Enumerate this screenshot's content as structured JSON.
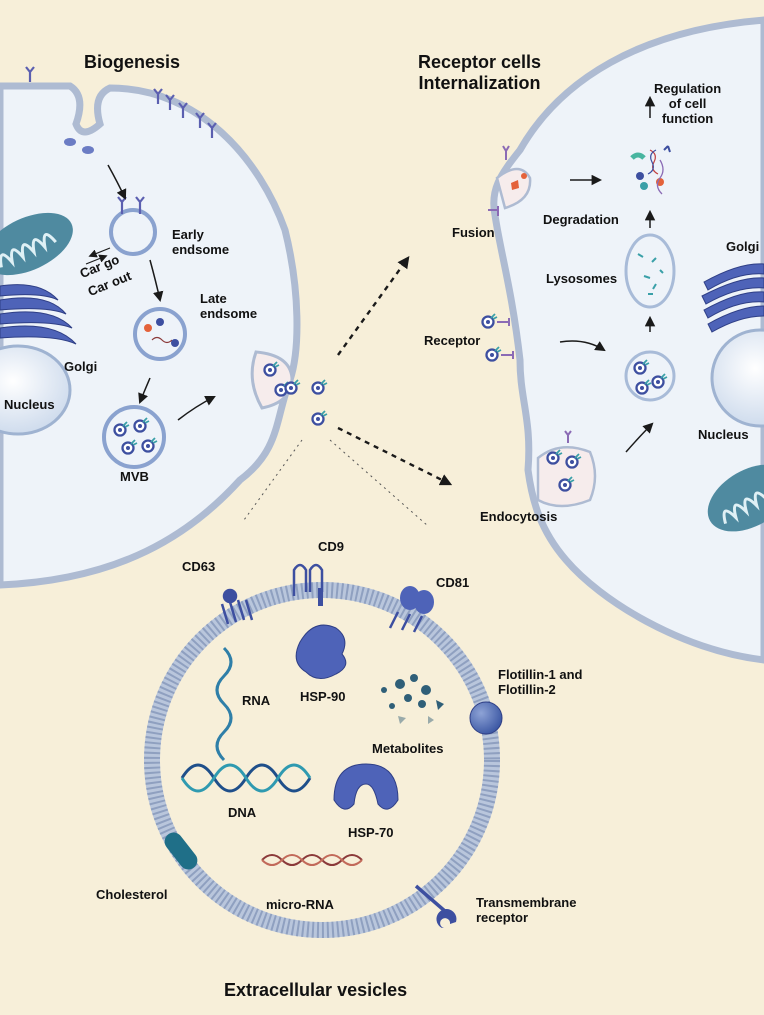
{
  "left_cell": {
    "title": "Biogenesis",
    "early_endosome": [
      "Early",
      "endsome"
    ],
    "late_endosome": [
      "Late",
      "endsome"
    ],
    "cargo_in": "Car go",
    "cargo_out": "Car out",
    "golgi": "Golgi",
    "nucleus": "Nucleus",
    "mvb": "MVB"
  },
  "right_cell": {
    "title": [
      "Receptor cells",
      "Internalization"
    ],
    "regulation": [
      "Regulation",
      "of cell",
      "function"
    ],
    "fusion": "Fusion",
    "degradation": "Degradation",
    "lysosomes": "Lysosomes",
    "golgi": "Golgi",
    "receptor": "Receptor",
    "nucleus": "Nucleus",
    "endocytosis": "Endocytosis"
  },
  "vesicle": {
    "title": "Extracellular vesicles",
    "cd63": "CD63",
    "cd9": "CD9",
    "cd81": "CD81",
    "rna": "RNA",
    "hsp90": "HSP-90",
    "flotillin": [
      "Flotillin-1 and",
      "Flotillin-2"
    ],
    "metabolites": "Metabolites",
    "dna": "DNA",
    "hsp70": "HSP-70",
    "cholesterol": "Cholesterol",
    "micro_rna": "micro-RNA",
    "transmembrane": [
      "Transmembrane",
      "receptor"
    ]
  },
  "colors": {
    "background": "#f7efd9",
    "cell_fill": "#eef3f9",
    "membrane": "#aebbd2",
    "accent": "#3d5aa8",
    "orange": "#e4623a"
  }
}
